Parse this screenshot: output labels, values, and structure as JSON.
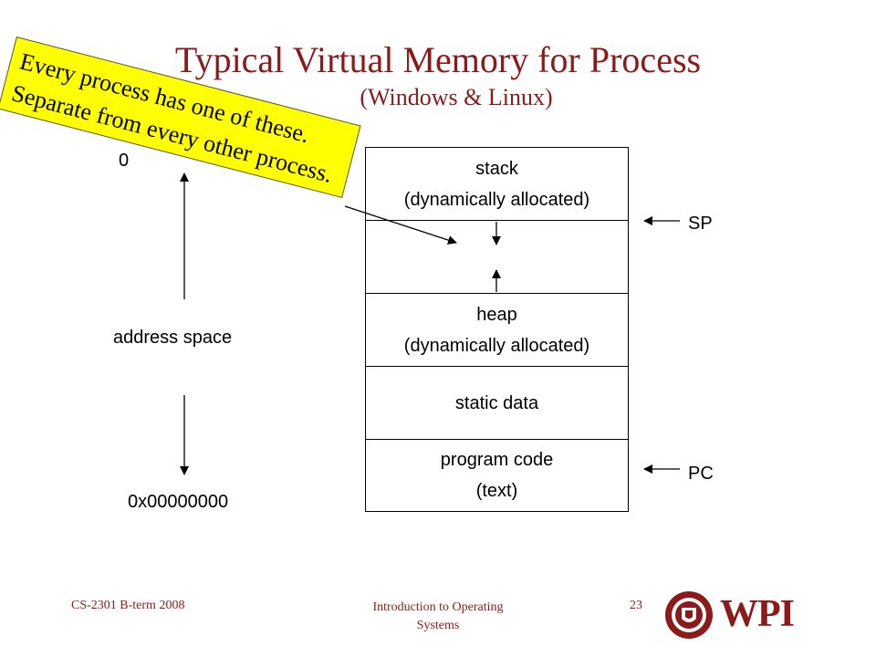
{
  "slide": {
    "title": "Typical Virtual Memory for Process",
    "subtitle": "(Windows & Linux)"
  },
  "memory": {
    "segments": [
      {
        "line1": "stack",
        "line2": "(dynamically allocated)"
      },
      {
        "line1": "",
        "line2": ""
      },
      {
        "line1": "heap",
        "line2": "(dynamically allocated)"
      },
      {
        "line1": "static data",
        "line2": ""
      },
      {
        "line1": "program code",
        "line2": "(text)"
      }
    ],
    "address_space_label": "address space",
    "top_address_partial": "0",
    "bottom_address": "0x00000000",
    "sp_label": "SP",
    "pc_label": "PC"
  },
  "callout": {
    "line1": "Every process has one of these.",
    "line2": "Separate from every other process."
  },
  "footer": {
    "course": "CS-2301 B-term 2008",
    "topic_line1": "Introduction to Operating",
    "topic_line2": "Systems",
    "page_number": "23",
    "logo_text": "WPI"
  },
  "colors": {
    "title": "#8b1a1a",
    "callout_bg": "#ffff00",
    "logo": "#8b1a1a"
  }
}
